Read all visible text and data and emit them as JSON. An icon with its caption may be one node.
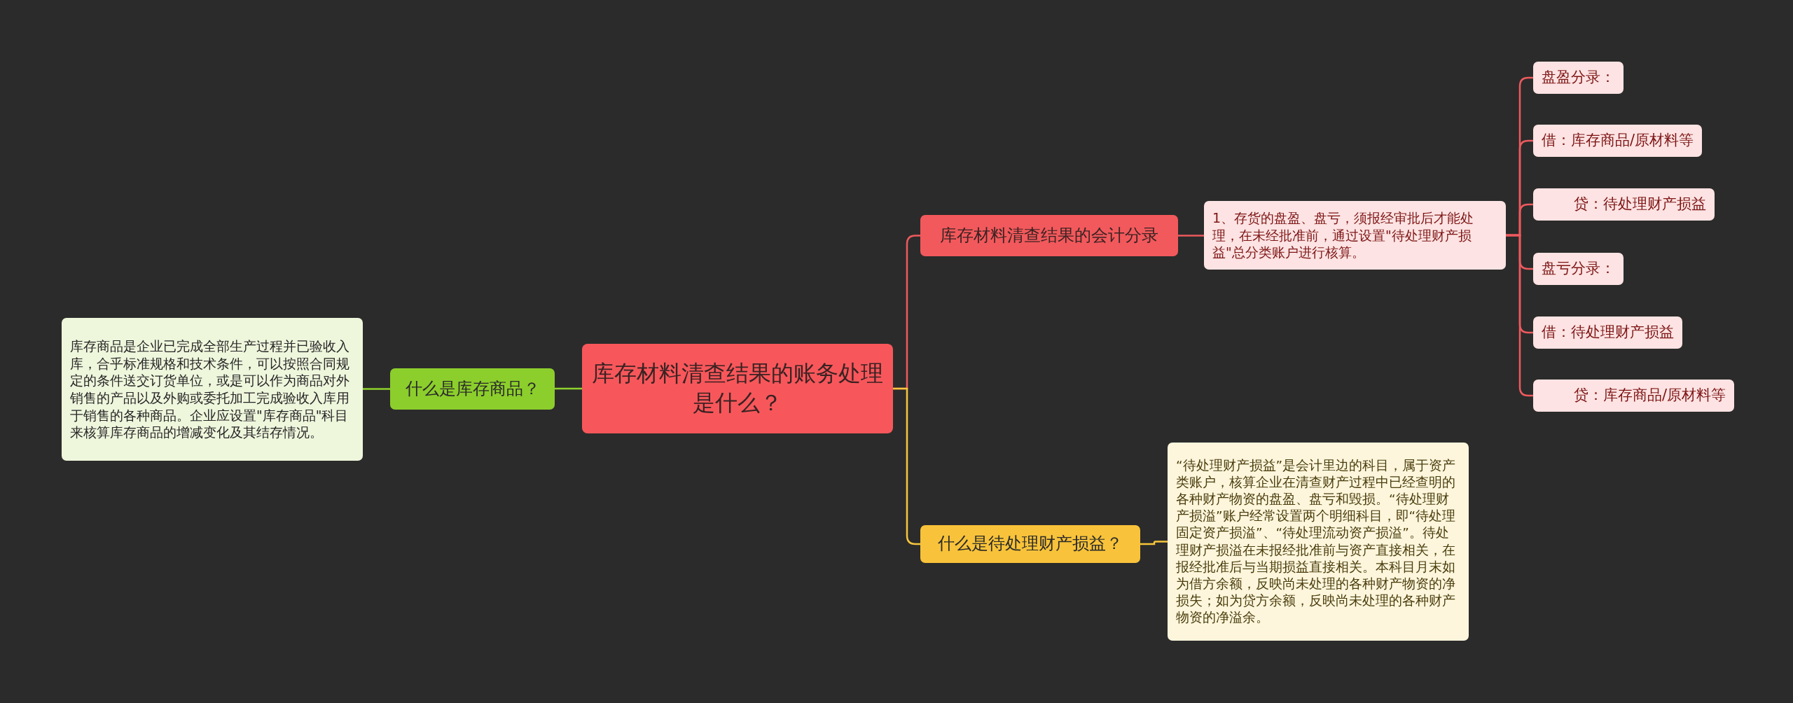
{
  "diagram": {
    "nodes": [
      {
        "text": [
          "库存材料清查结果的账务处理是什么？"
        ]
      },
      {
        "text": [
          "什么是库存商品？"
        ]
      },
      {
        "text": [
          "库存商品是企业已完成全部生产过程并已验收入库，合乎标准规格和技术条件，可以按照合同规定的条件送交订货单位，或是可以作为商品对外销售的产品以及外购或委托加工完成验收入库用于销售的各种商品。企业应设置\"库存商品\"科目来核算库存商品的增减变化及其结存情况。"
        ]
      },
      {
        "text": [
          "库存材料清查结果的会计分录"
        ]
      },
      {
        "text": [
          "1、存货的盘盈、盘亏，须报经审批后才能处理，在未经批准前，通过设置\"待处理财产损益\"总分类账户进行核算。"
        ]
      },
      {
        "text": [
          "盘盈分录："
        ]
      },
      {
        "text": [
          "借：库存商品/原材料等"
        ]
      },
      {
        "text": [
          "贷：待处理财产损益"
        ]
      },
      {
        "text": [
          "盘亏分录："
        ]
      },
      {
        "text": [
          "借：待处理财产损益"
        ]
      },
      {
        "text": [
          "贷：库存商品/原材料等"
        ]
      },
      {
        "text": [
          "什么是待处理财产损益？"
        ]
      },
      {
        "text": [
          "“待处理财产损益”是会计里边的科目，属于资产类账户，核算企业在清查财产过程中已经查明的各种财产物资的盘盈、盘亏和毁损。“待处理财产损溢”账户经常设置两个明细科目，即“待处理固定资产损溢”、“待处理流动资产损溢”。待处理财产损溢在未报经批准前与资产直接相关，在报经批准后与当期损益直接相关。本科目月末如为借方余额，反映尚未处理的各种财产物资的净损失；如为贷方余额，反映尚未处理的各种财产物资的净溢余。"
        ]
      }
    ],
    "edges": [
      {
        "from": 0,
        "to": 1,
        "arrow": "none",
        "color": "#8fd12e"
      },
      {
        "from": 1,
        "to": 2,
        "arrow": "none",
        "color": "#8fd12e"
      },
      {
        "from": 0,
        "to": 3,
        "arrow": "none"
      },
      {
        "from": 3,
        "to": 4,
        "arrow": "none"
      },
      {
        "from": 4,
        "to": 5,
        "arrow": "none"
      },
      {
        "from": 4,
        "to": 6,
        "arrow": "none"
      },
      {
        "from": 4,
        "to": 7,
        "arrow": "none"
      },
      {
        "from": 4,
        "to": 8,
        "arrow": "none"
      },
      {
        "from": 4,
        "to": 9,
        "arrow": "none"
      },
      {
        "from": 4,
        "to": 10,
        "arrow": "none"
      },
      {
        "from": 0,
        "to": 11,
        "arrow": "none",
        "color": "#f7c63c"
      },
      {
        "from": 11,
        "to": 12,
        "arrow": "none",
        "color": "#f7c63c"
      }
    ]
  }
}
